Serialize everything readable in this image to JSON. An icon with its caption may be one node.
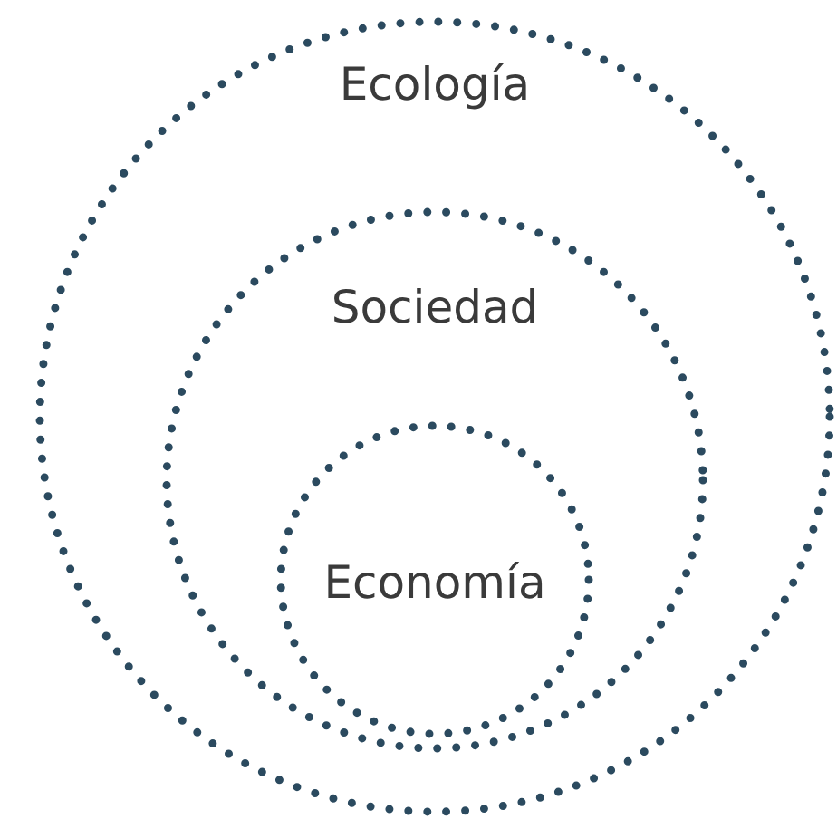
{
  "diagram": {
    "nodes": [
      {
        "text": [
          "Ecología"
        ]
      },
      {
        "text": [
          "Sociedad"
        ],
        "in": 0
      },
      {
        "text": [
          "Economía"
        ],
        "in": 1
      }
    ]
  }
}
